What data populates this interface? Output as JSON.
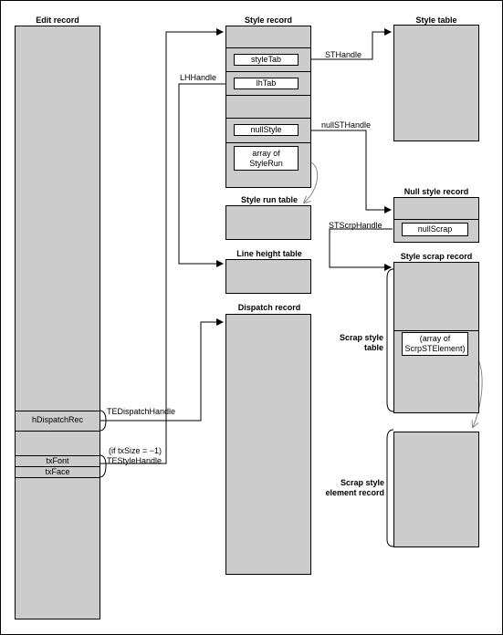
{
  "titles": {
    "edit_record": "Edit record",
    "style_record": "Style record",
    "style_table": "Style table",
    "style_run_table": "Style run table",
    "line_height_table": "Line height table",
    "dispatch_record": "Dispatch record",
    "null_style_record": "Null style record",
    "style_scrap_record": "Style scrap record",
    "scrap_style_table": "Scrap style table",
    "scrap_style_element_record": "Scrap style element record"
  },
  "fields": {
    "hDispatchRec": "hDispatchRec",
    "txFont": "txFont",
    "txFace": "txFace",
    "styleTab": "styleTab",
    "lhTab": "lhTab",
    "nullStyle": "nullStyle",
    "array_of_styleRun": "array of StyleRun",
    "nullScrap": "nullScrap",
    "array_of_scrpSTElement": "(array of ScrpSTElement)"
  },
  "handles": {
    "te_dispatch": "TEDispatchHandle",
    "te_style": "TEStyleHandle",
    "if_txsize": "(if txSize = −1)",
    "st_handle": "STHandle",
    "lh_handle": "LHHandle",
    "null_st_handle": "nullSTHandle",
    "st_scrp_handle": "STScrpHandle"
  }
}
